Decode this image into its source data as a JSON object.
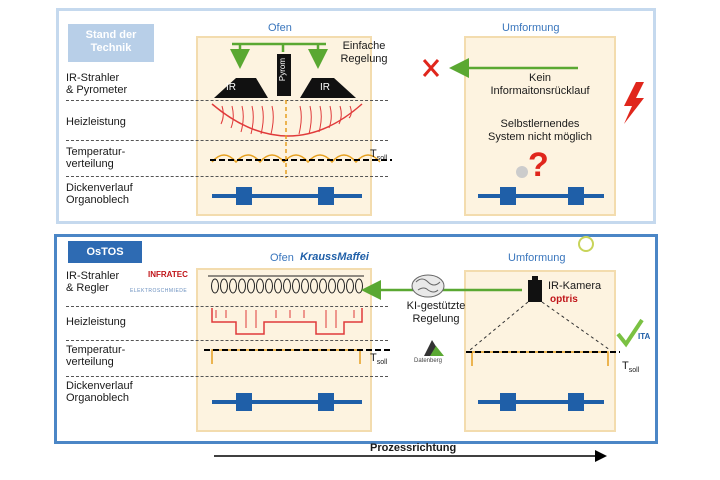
{
  "top": {
    "tag": [
      "Stand der",
      "Technik"
    ],
    "ofen_title": "Ofen",
    "umformung_title": "Umformung",
    "rows": [
      [
        "IR-Strahler",
        "& Pyrometer"
      ],
      [
        "Heizleistung"
      ],
      [
        "Temperatur-",
        "verteilung"
      ],
      [
        "Dickenverlauf",
        "Organoblech"
      ]
    ],
    "ir_left": "IR",
    "ir_right": "IR",
    "pyrom": "Pyrom",
    "control": [
      "Einfache",
      "Regelung"
    ],
    "no_feedback": [
      "Kein",
      "Informaitonsrücklauf"
    ],
    "no_learning": [
      "Selbstlernendes",
      "System nicht möglich"
    ],
    "tsoll": "T",
    "tsoll_sub": "soll"
  },
  "bottom": {
    "tag": "OsTOS",
    "ofen_title": "Ofen",
    "krauss": "KraussMaffei",
    "umformung_title": "Umformung",
    "rows": [
      [
        "IR-Strahler",
        "& Regler"
      ],
      [
        "Heizleistung"
      ],
      [
        "Temperatur-",
        "verteilung"
      ],
      [
        "Dickenverlauf",
        "Organoblech"
      ]
    ],
    "infratec": "INFRATEC",
    "elektro": "ELEKTROSCHMIEDE",
    "ki": [
      "KI-gestützte",
      "Regelung"
    ],
    "datenberg": "Datenberg",
    "camera": "IR-Kamera",
    "optris": "optris",
    "ita": "ITA",
    "tsoll": "T",
    "tsoll_sub": "soll"
  },
  "direction": "Prozessrichtung",
  "colors": {
    "green": "#5aa832",
    "red": "#e0261c",
    "blue": "#1f5fa8",
    "orange": "#e6a020",
    "box_fill": "#fdf3e0"
  }
}
